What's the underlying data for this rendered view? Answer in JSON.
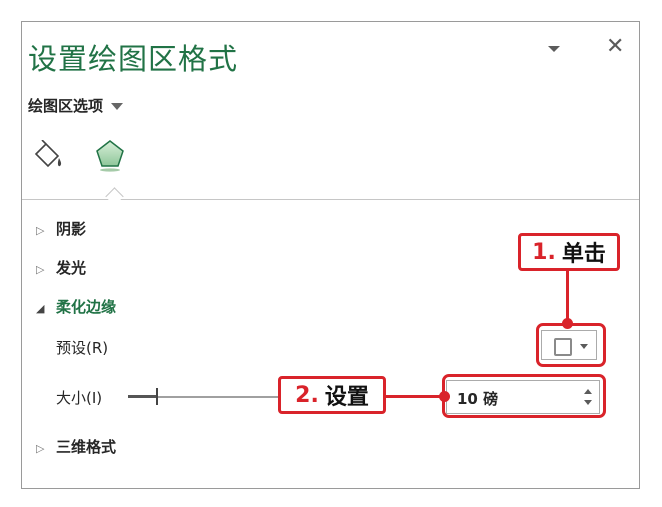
{
  "panel": {
    "title": "设置绘图区格式",
    "options_label": "绘图区选项",
    "tabs": [
      {
        "icon": "paint-bucket-icon"
      },
      {
        "icon": "pentagon-icon"
      }
    ],
    "sections": {
      "shadow": "阴影",
      "glow": "发光",
      "soft_edges": "柔化边缘",
      "format_3d": "三维格式"
    },
    "soft_edges": {
      "preset_label": "预设(R)",
      "size_label": "大小(I)",
      "size_value": "10 磅"
    }
  },
  "annotations": {
    "step1_number": "1.",
    "step1_text": "单击",
    "step2_number": "2.",
    "step2_text": "设置"
  },
  "colors": {
    "accent": "#217346",
    "annotation_red": "#d9232a"
  }
}
